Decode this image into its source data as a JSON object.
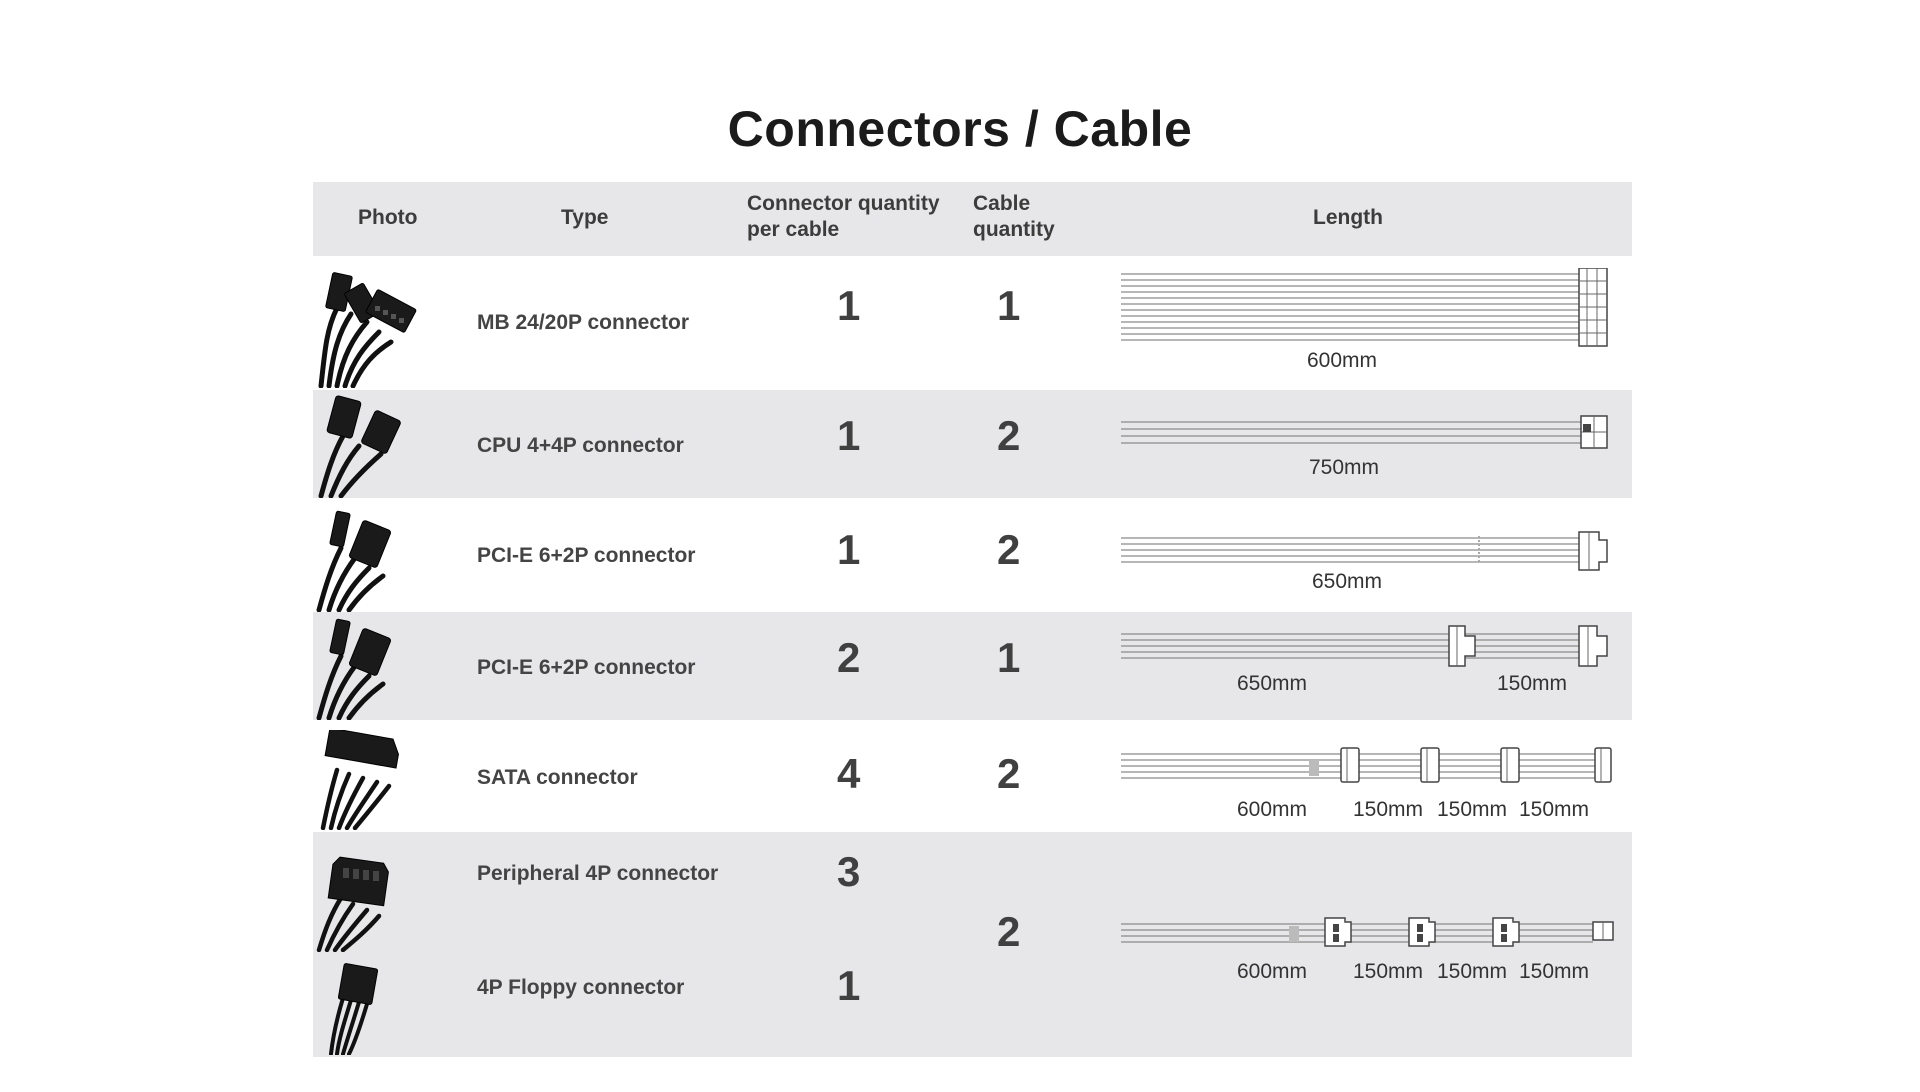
{
  "title": "Connectors / Cable",
  "header": {
    "photo": "Photo",
    "type": "Type",
    "connector_qty_line1": "Connector quantity",
    "connector_qty_line2": "per cable",
    "cable_qty_line1": "Cable",
    "cable_qty_line2": "quantity",
    "length": "Length"
  },
  "rows": [
    {
      "type": "MB 24/20P connector",
      "connector_qty": "1",
      "cable_qty": "1",
      "lengths": [
        "600mm"
      ]
    },
    {
      "type": "CPU 4+4P connector",
      "connector_qty": "1",
      "cable_qty": "2",
      "lengths": [
        "750mm"
      ]
    },
    {
      "type": "PCI-E 6+2P connector",
      "connector_qty": "1",
      "cable_qty": "2",
      "lengths": [
        "650mm"
      ]
    },
    {
      "type": "PCI-E 6+2P connector",
      "connector_qty": "2",
      "cable_qty": "1",
      "lengths": [
        "650mm",
        "150mm"
      ]
    },
    {
      "type": "SATA connector",
      "connector_qty": "4",
      "cable_qty": "2",
      "lengths": [
        "600mm",
        "150mm",
        "150mm",
        "150mm"
      ]
    },
    {
      "type": "Peripheral 4P connector",
      "connector_qty": "3"
    },
    {
      "type": "4P Floppy connector",
      "connector_qty": "1"
    }
  ],
  "combined_cable": {
    "cable_qty": "2",
    "lengths": [
      "600mm",
      "150mm",
      "150mm",
      "150mm"
    ]
  }
}
